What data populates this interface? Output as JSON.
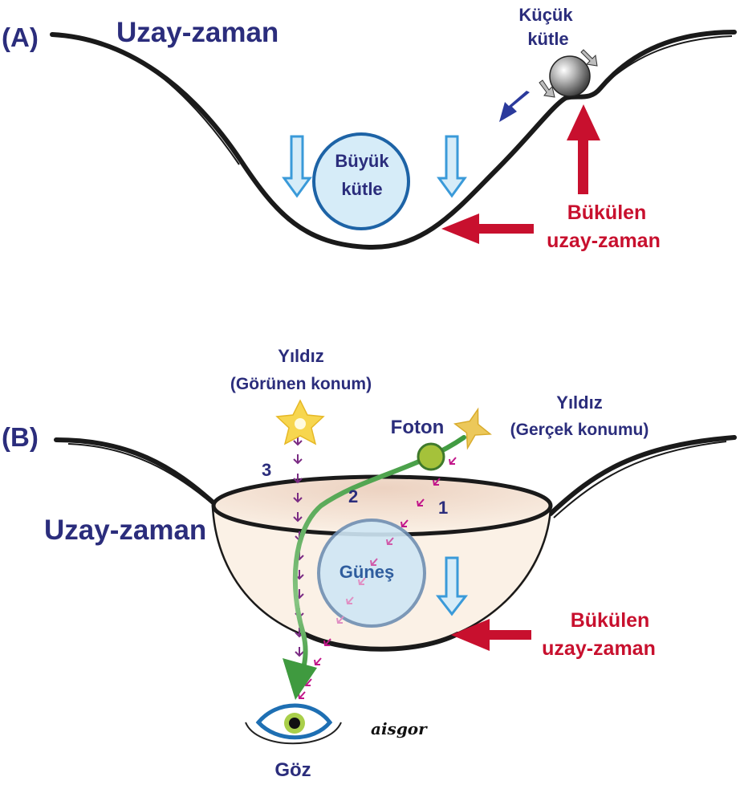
{
  "panel_a": {
    "label": "(A)",
    "title": "Uzay-zaman",
    "big_mass": [
      "Büyük",
      "kütle"
    ],
    "small_mass": [
      "Küçük",
      "kütle"
    ],
    "curved": [
      "Bükülen",
      "uzay-zaman"
    ]
  },
  "panel_b": {
    "label": "(B)",
    "title": "Uzay-zaman",
    "star_apparent": [
      "Yıldız",
      "(Görünen konum)"
    ],
    "star_real": [
      "Yıldız",
      "(Gerçek konumu)"
    ],
    "photon": "Foton",
    "sun": "Güneş",
    "curved": [
      "Bükülen",
      "uzay-zaman"
    ],
    "path_numbers": [
      "1",
      "2",
      "3"
    ],
    "eye": "Göz",
    "signature": "aisgor"
  },
  "colors": {
    "navy": "#2b2d7c",
    "red": "#c8102e",
    "green": "#3f9a3f",
    "light_blue": "#d6ecf8",
    "bowl": "#f3e6dc",
    "star": "#f5d24b",
    "magenta": "#c2168a",
    "purple": "#7a2b83"
  }
}
